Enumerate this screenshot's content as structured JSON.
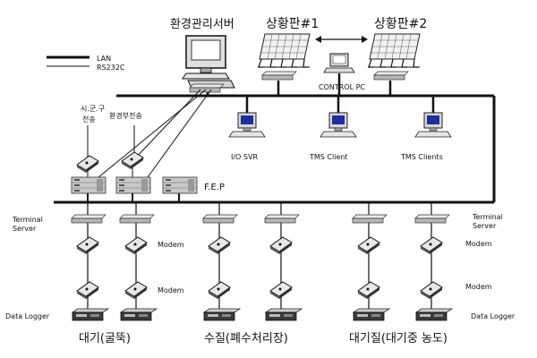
{
  "legend": {
    "lan": "LAN",
    "rs232c": "RS232C"
  },
  "top": {
    "server": "환경관리서버",
    "board1": "상황판#1",
    "board2": "상황판#2",
    "control_pc": "CONTROL PC"
  },
  "upper_left": {
    "label_a_l1": "시.군.구",
    "label_a_l2": "전송",
    "label_b": "환경부전송"
  },
  "clients": {
    "io_svr": "I/O SVR",
    "tms_client": "TMS Client",
    "tms_clients": "TMS Clients"
  },
  "fep": "F.E.P",
  "terminal_server": {
    "l1": "Terminal",
    "l2": "Server"
  },
  "modem": "Modem",
  "data_logger": "Data Logger",
  "groups": {
    "g1": "대기(굴뚝)",
    "g2": "수질(폐수처리장)",
    "g3": "대기질(대기중 농도)"
  }
}
